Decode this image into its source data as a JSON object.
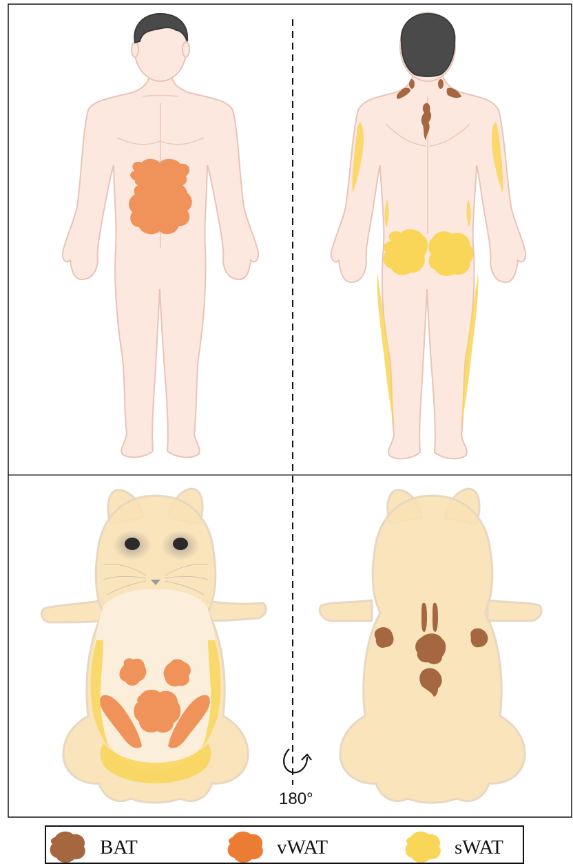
{
  "rotation": {
    "label": "180°"
  },
  "legend": {
    "items": [
      {
        "label": "BAT",
        "color": "#a5673f"
      },
      {
        "label": "vWAT",
        "color": "#ec7c33"
      },
      {
        "label": "sWAT",
        "color": "#f9d558"
      }
    ]
  },
  "colors": {
    "skin": "#fde8df",
    "skin_outline": "#e7c4b7",
    "hair": "#4a4a4a",
    "hamster_fur": "#f8e1b5",
    "hamster_light": "#fbf0df",
    "hamster_outline": "#e8d7c1",
    "bat": "#a5673f",
    "vwat": "#ec7c33",
    "vwat_soft": "#f0935a",
    "swat": "#f9d558",
    "swat_soft": "#f9e08b",
    "frame": "#111111"
  },
  "icons": {
    "rotation": "rotate-arrow-icon"
  }
}
